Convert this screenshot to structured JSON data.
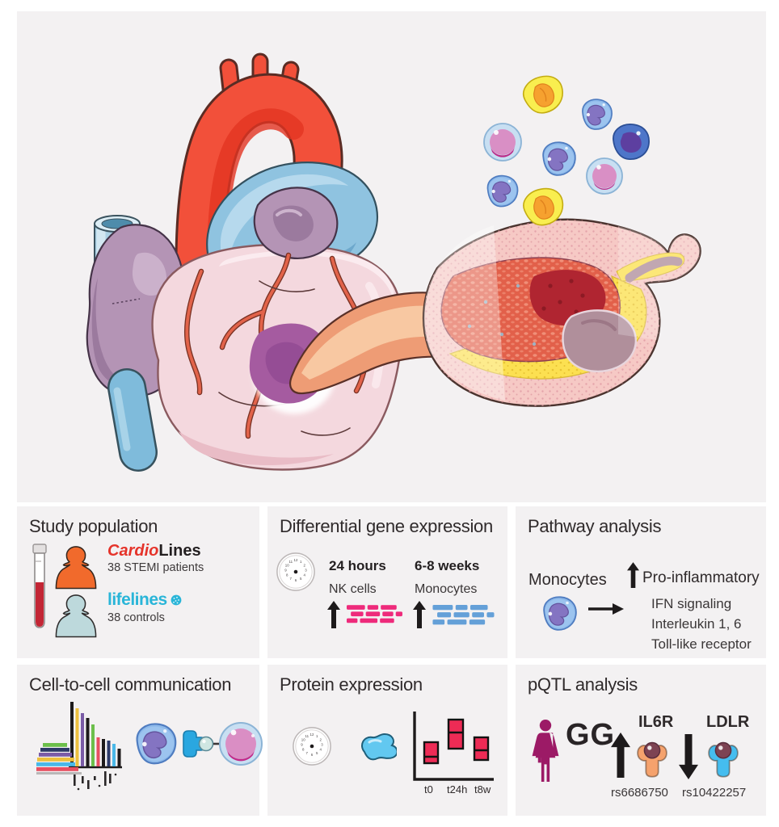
{
  "hero": {
    "description": "heart-with-infarct-and-atherosclerotic-coronary-vessel-illustration",
    "background_color": "#f3f1f2",
    "immune_cell_types": [
      "neutrophil",
      "monocyte",
      "nk-cell",
      "t-lymphocyte"
    ],
    "icon_names": [
      "heart-icon",
      "aorta-icon",
      "pulmonary-artery-icon",
      "vena-cava-icon",
      "infarct-region",
      "atherosclerotic-vessel-cross-section",
      "immune-cell-cluster"
    ]
  },
  "panels": {
    "study_population": {
      "title": "Study population",
      "cohort1_name_italic": "Cardio",
      "cohort1_name_bold": "Lines",
      "cohort1_desc": "38 STEMI patients",
      "cohort2_name": "lifelines",
      "cohort2_desc": "38 controls",
      "icons": [
        "blood-tube-icon",
        "patient-silhouette-icon",
        "control-silhouette-icon",
        "lifelines-globe-icon"
      ]
    },
    "dge": {
      "title": "Differential gene expression",
      "tp1_time": "24 hours",
      "tp1_cells": "NK cells",
      "tp2_time": "6-8 weeks",
      "tp2_cells": "Monocytes",
      "icons": [
        "clock-icon",
        "up-arrow-icon",
        "gene-segments-icon"
      ]
    },
    "pathway": {
      "title": "Pathway analysis",
      "cell_label": "Monocytes",
      "direction_label": "Pro-inflammatory",
      "pathways": [
        "IFN signaling",
        "Interleukin 1, 6",
        "Toll-like receptor"
      ],
      "icons": [
        "monocyte-icon",
        "right-arrow-icon",
        "up-arrow-icon"
      ]
    },
    "cell_comm": {
      "title": "Cell-to-cell communication",
      "icons": [
        "bar-chart-icon",
        "interacting-cells-icon",
        "receptor-icon",
        "ligand-icon"
      ]
    },
    "protein": {
      "title": "Protein expression",
      "tick1": "t0",
      "tick2": "t24h",
      "tick3": "t8w",
      "icons": [
        "clock-icon",
        "protein-blob-icon",
        "box-plot-icon"
      ]
    },
    "pqtl": {
      "title": "pQTL analysis",
      "genotype": "GG",
      "protein_up": "IL6R",
      "snp_up": "rs6686750",
      "protein_down": "LDLR",
      "snp_down": "rs10422257",
      "icons": [
        "female-pictogram-icon",
        "up-arrow-icon",
        "down-arrow-icon",
        "receptor-icon"
      ]
    }
  },
  "colors": {
    "panel_background": "#f3f1f2",
    "cardio_red": "#e5332a",
    "lifelines_cyan": "#29b5d8",
    "stemi_orange": "#f16a2c",
    "control_blue": "#bdd9dc",
    "nk_gene_pink": "#ee2a7b",
    "monocyte_gene_blue": "#64a0d8",
    "arrow_black": "#1d1a1b",
    "boxplot_red": "#ed2b55",
    "female_magenta": "#9c1a66",
    "il6r_orange": "#f5a26d",
    "ldlr_blue": "#45bdef",
    "aorta_red": "#f2503a",
    "vein_blue": "#8fc3e0",
    "atrium_purple": "#b494b5",
    "heart_pink": "#f4d8de",
    "plaque_yellow": "#fce051",
    "infarct_purple": "#a55ba0"
  }
}
